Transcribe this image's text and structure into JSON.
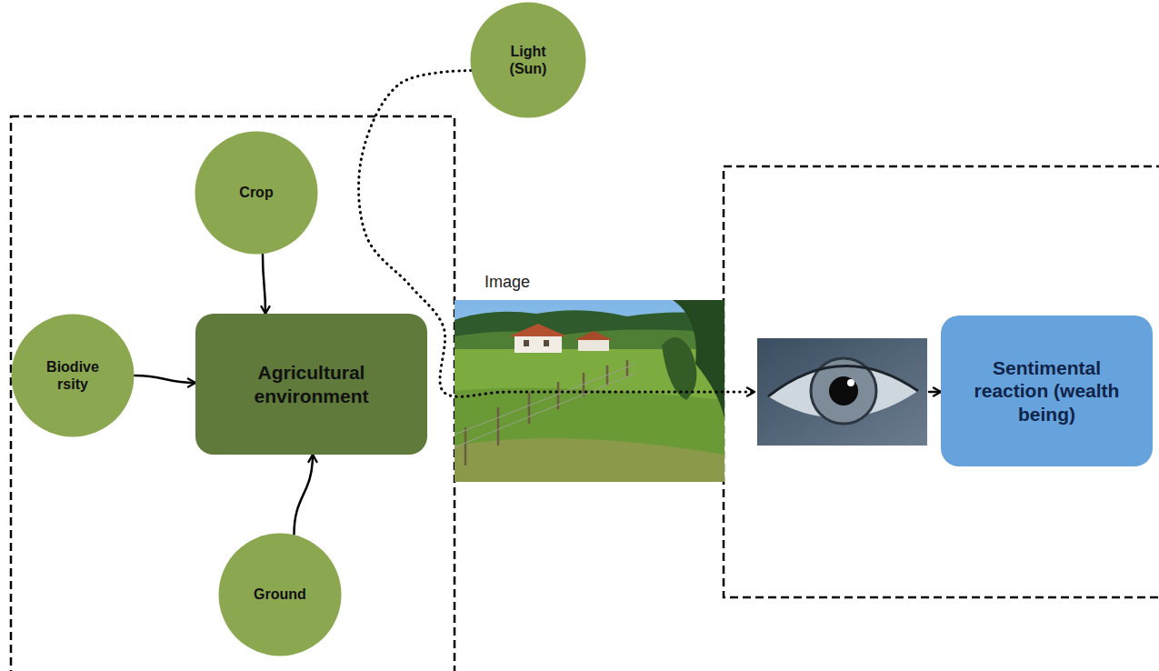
{
  "diagram": {
    "nodes": [
      {
        "text": [
          "Light (Sun)"
        ]
      },
      {
        "text": [
          "Crop"
        ]
      },
      {
        "text": [
          "Biodive rsity"
        ]
      },
      {
        "text": [
          "Agricultural environment"
        ]
      },
      {
        "text": [
          "Ground"
        ]
      },
      {
        "text": [
          "Image"
        ]
      },
      {
        "text": [
          "Sentimental reaction (wealth being)"
        ]
      }
    ],
    "edges": [
      {
        "from": 1,
        "to": 3,
        "arrow": "to"
      },
      {
        "from": 2,
        "to": 3,
        "arrow": "to"
      },
      {
        "from": 4,
        "to": 3,
        "arrow": "to"
      },
      {
        "from": 0,
        "to": 6,
        "arrow": "to"
      }
    ]
  }
}
